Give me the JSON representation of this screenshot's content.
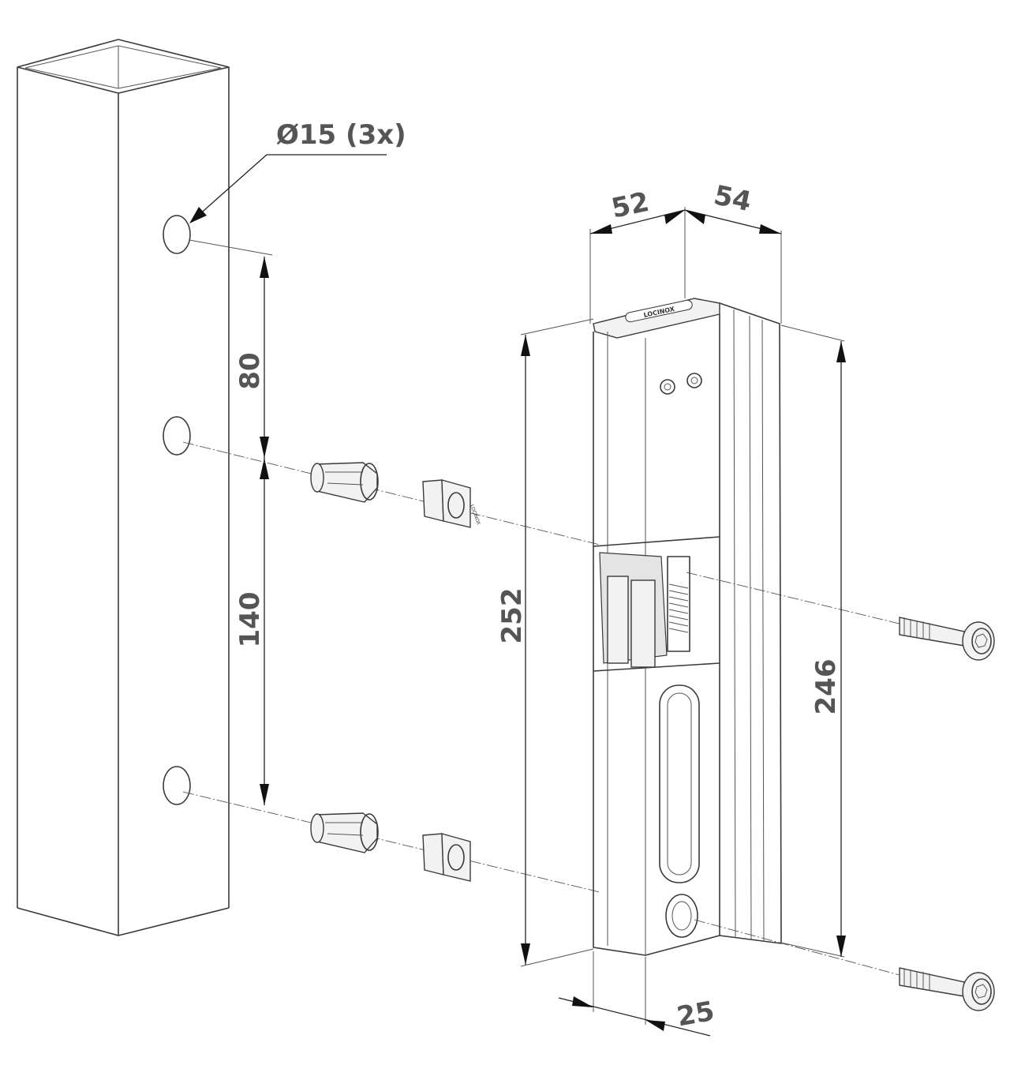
{
  "dimensions": {
    "hole_diameter": "Ø15 (3x)",
    "hole_spacing_top": "80",
    "hole_spacing_bottom": "140",
    "width_front": "52",
    "depth": "54",
    "height_total": "252",
    "height_inner": "246",
    "thickness": "25"
  },
  "brand_marks": {
    "top_logo": "LOCINOX",
    "insert_marking": "LOCINOX"
  },
  "colors": {
    "line": "#3a3a3a",
    "dimension_text": "#555555",
    "fill_light": "#f2f2f2"
  }
}
